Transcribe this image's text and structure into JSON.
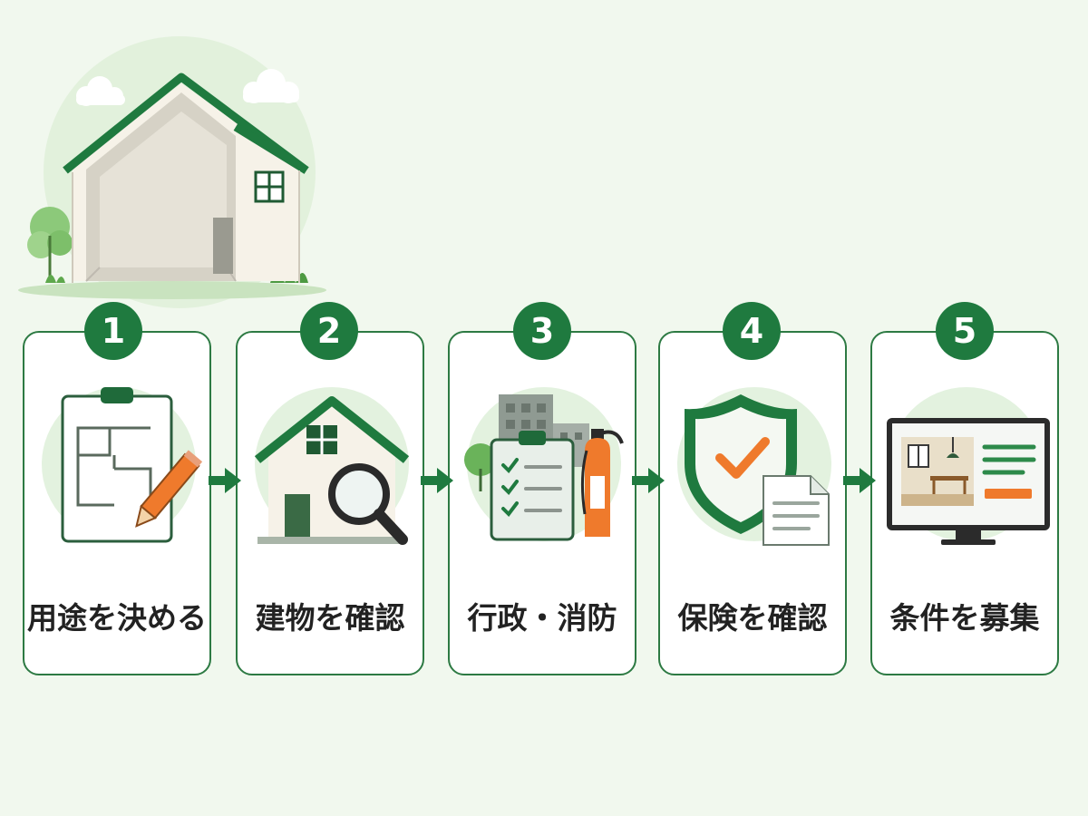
{
  "colors": {
    "background": "#f1f8ee",
    "primary_green": "#1f7a3f",
    "card_border": "#2d7a43",
    "accent_orange": "#ef7a2c",
    "text": "#222222"
  },
  "steps": [
    {
      "number": "1",
      "label": "用途を決める",
      "icon": "floor-plan-clipboard-icon"
    },
    {
      "number": "2",
      "label": "建物を確認",
      "icon": "house-magnifier-icon"
    },
    {
      "number": "3",
      "label": "行政・消防",
      "icon": "checklist-extinguisher-icon"
    },
    {
      "number": "4",
      "label": "保険を確認",
      "icon": "shield-document-icon"
    },
    {
      "number": "5",
      "label": "条件を募集",
      "icon": "listing-monitor-icon"
    }
  ]
}
